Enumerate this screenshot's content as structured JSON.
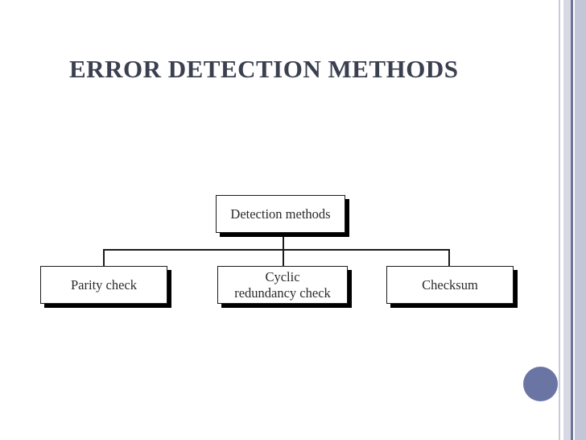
{
  "slide": {
    "title": "ERROR DETECTION METHODS",
    "background_color": "#ffffff",
    "title_color": "#3b4050"
  },
  "decoration": {
    "circle_color": "#6b75a4",
    "band_hairline_color": "#c9ccd8",
    "band_light_color": "#d7dae5",
    "band_rule_color": "#6f7596",
    "band_panel_color": "#c3c6d9"
  },
  "diagram": {
    "type": "tree",
    "root": {
      "id": "detection-methods",
      "label": "Detection methods"
    },
    "children": [
      {
        "id": "parity-check",
        "label": "Parity check"
      },
      {
        "id": "crc-line1",
        "label": "Cyclic"
      },
      {
        "id": "crc-line2",
        "label": "redundancy check"
      },
      {
        "id": "checksum",
        "label": "Checksum"
      }
    ],
    "node_fill": "#ffffff",
    "node_border": "#1b1b1b",
    "shadow_color": "#000000"
  }
}
